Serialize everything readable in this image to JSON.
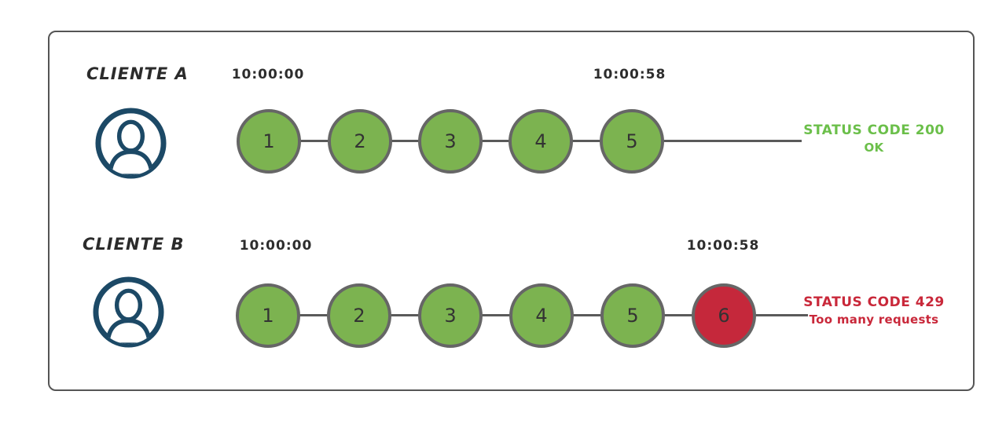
{
  "diagram": {
    "rows": [
      {
        "client_label": "CLIENTE A",
        "avatar_icon": "user-circle-icon",
        "start_time": "10:00:00",
        "end_time": "10:00:58",
        "requests": [
          {
            "label": "1",
            "state": "ok"
          },
          {
            "label": "2",
            "state": "ok"
          },
          {
            "label": "3",
            "state": "ok"
          },
          {
            "label": "4",
            "state": "ok"
          },
          {
            "label": "5",
            "state": "ok"
          }
        ],
        "status": {
          "line1": "STATUS CODE 200",
          "line2": "OK",
          "state": "ok"
        }
      },
      {
        "client_label": "CLIENTE B",
        "avatar_icon": "user-circle-icon",
        "start_time": "10:00:00",
        "end_time": "10:00:58",
        "requests": [
          {
            "label": "1",
            "state": "ok"
          },
          {
            "label": "2",
            "state": "ok"
          },
          {
            "label": "3",
            "state": "ok"
          },
          {
            "label": "4",
            "state": "ok"
          },
          {
            "label": "5",
            "state": "ok"
          },
          {
            "label": "6",
            "state": "limited"
          }
        ],
        "status": {
          "line1": "STATUS CODE 429",
          "line2": "Too many requests",
          "state": "limited"
        }
      }
    ],
    "colors": {
      "request_ok_fill": "#7cb350",
      "request_limited_fill": "#c5283b",
      "status_ok_text": "#6bbf4a",
      "status_limited_text": "#c9283a",
      "avatar_stroke": "#1c4966",
      "connector": "#5a5a5a",
      "frame_border": "#555555"
    }
  }
}
